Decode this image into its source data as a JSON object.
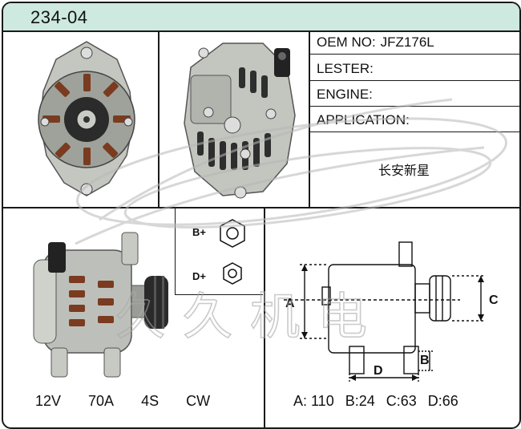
{
  "header": {
    "code": "234-04"
  },
  "specs": [
    {
      "label": "OEM NO:",
      "value": "JFZ176L"
    },
    {
      "label": "LESTER:",
      "value": ""
    },
    {
      "label": "ENGINE:",
      "value": ""
    },
    {
      "label": "APPLICATION:",
      "value": ""
    }
  ],
  "application_name": "长安新星",
  "terminals": {
    "b_plus": "B+",
    "d_plus": "D+"
  },
  "dimension_letters": {
    "a": "A",
    "b": "B",
    "c": "C",
    "d": "D"
  },
  "ratings": {
    "voltage": "12V",
    "current": "70A",
    "pulley": "4S",
    "rotation": "CW"
  },
  "dimensions": {
    "a": "A: 110",
    "b": "B:24",
    "c": "C:63",
    "d": "D:66"
  },
  "watermark_text": "久久机电",
  "colors": {
    "header_bg": "#cde9e0",
    "border": "#1a1a1a",
    "metal": "#b9bcb6",
    "copper": "#8a4a2a"
  }
}
